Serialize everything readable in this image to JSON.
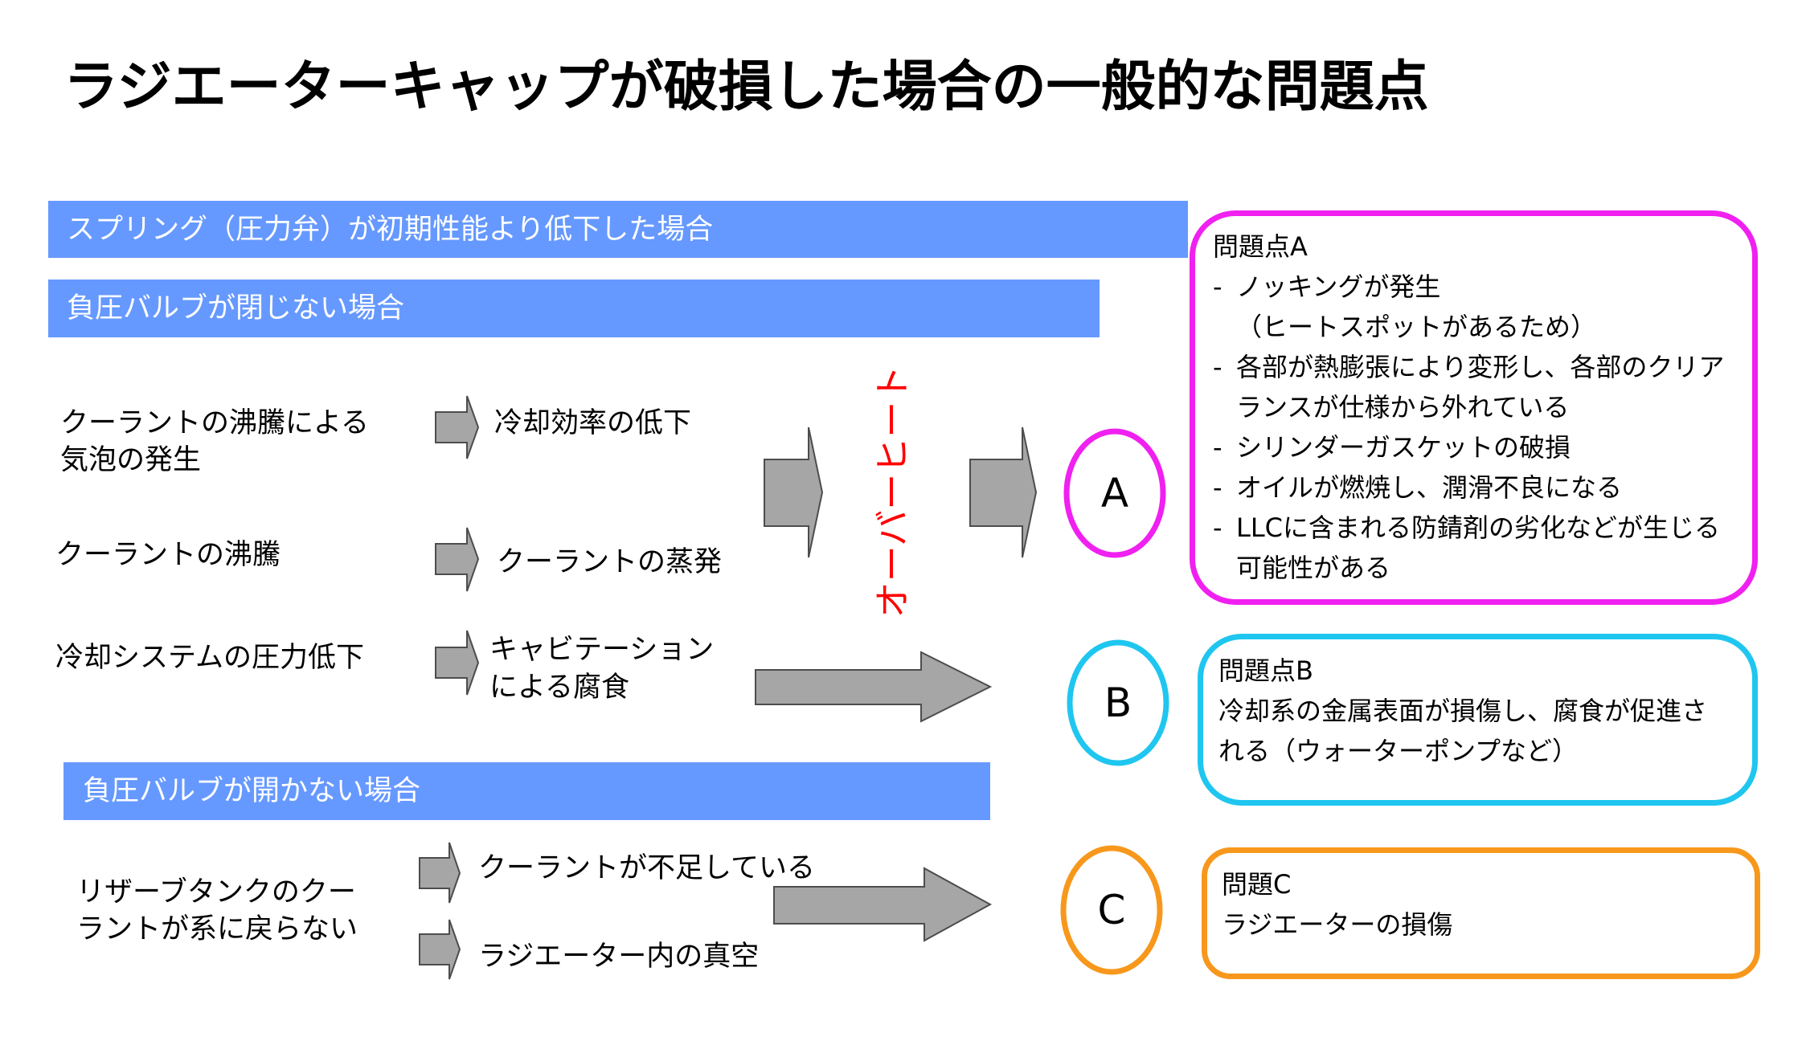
{
  "title": "ラジエーターキャップが破損した場合の一般的な問題点",
  "colors": {
    "bar": "#6699ff",
    "bar_text": "#ffffff",
    "problem_a": "#f020f0",
    "problem_b": "#1fc6ef",
    "problem_c": "#f7981d",
    "overheat": "#ff0000",
    "arrow": "#a6a6a6",
    "arrow_edge": "#4d4d4d"
  },
  "icons": {
    "flow_arrow": "arrow-right-icon"
  },
  "sections": {
    "spring": "スプリング（圧力弁）が初期性能より低下した場合",
    "valve_not_closing": "負圧バルブが閉じない場合",
    "valve_not_opening": "負圧バルブが開かない場合"
  },
  "causes": {
    "bubbles": [
      "クーラントの沸騰による",
      "気泡の発生"
    ],
    "boiling": "クーラントの沸騰",
    "pressure_drop": "冷却システムの圧力低下",
    "reservoir": [
      "リザーブタンクのクー",
      "ラントが系に戻らない"
    ]
  },
  "effects": {
    "cooling_efficiency": "冷却効率の低下",
    "evaporation": "クーラントの蒸発",
    "cavitation": [
      "キャビテーション",
      "による腐食"
    ],
    "shortage": "クーラントが不足している",
    "vacuum": "ラジエーター内の真空"
  },
  "overheat_label": "オーバーヒート",
  "markers": {
    "a": "A",
    "b": "B",
    "c": "C"
  },
  "bullet": "-",
  "problem_a": {
    "title": "問題点A",
    "items": [
      {
        "lines": [
          "ノッキングが発生",
          "（ヒートスポットがあるため）"
        ]
      },
      {
        "lines": [
          "各部が熱膨張により変形し、各部のクリア",
          "ランスが仕様から外れている"
        ]
      },
      {
        "lines": [
          "シリンダーガスケットの破損"
        ]
      },
      {
        "lines": [
          "オイルが燃焼し、潤滑不良になる"
        ]
      },
      {
        "lines": [
          "LLCに含まれる防錆剤の劣化などが生じる",
          "可能性がある"
        ]
      }
    ]
  },
  "problem_b": {
    "title": "問題点B",
    "lines": [
      "冷却系の金属表面が損傷し、腐食が促進さ",
      "れる（ウォーターポンプなど）"
    ]
  },
  "problem_c": {
    "title": "問題C",
    "lines": [
      "ラジエーターの損傷"
    ]
  }
}
